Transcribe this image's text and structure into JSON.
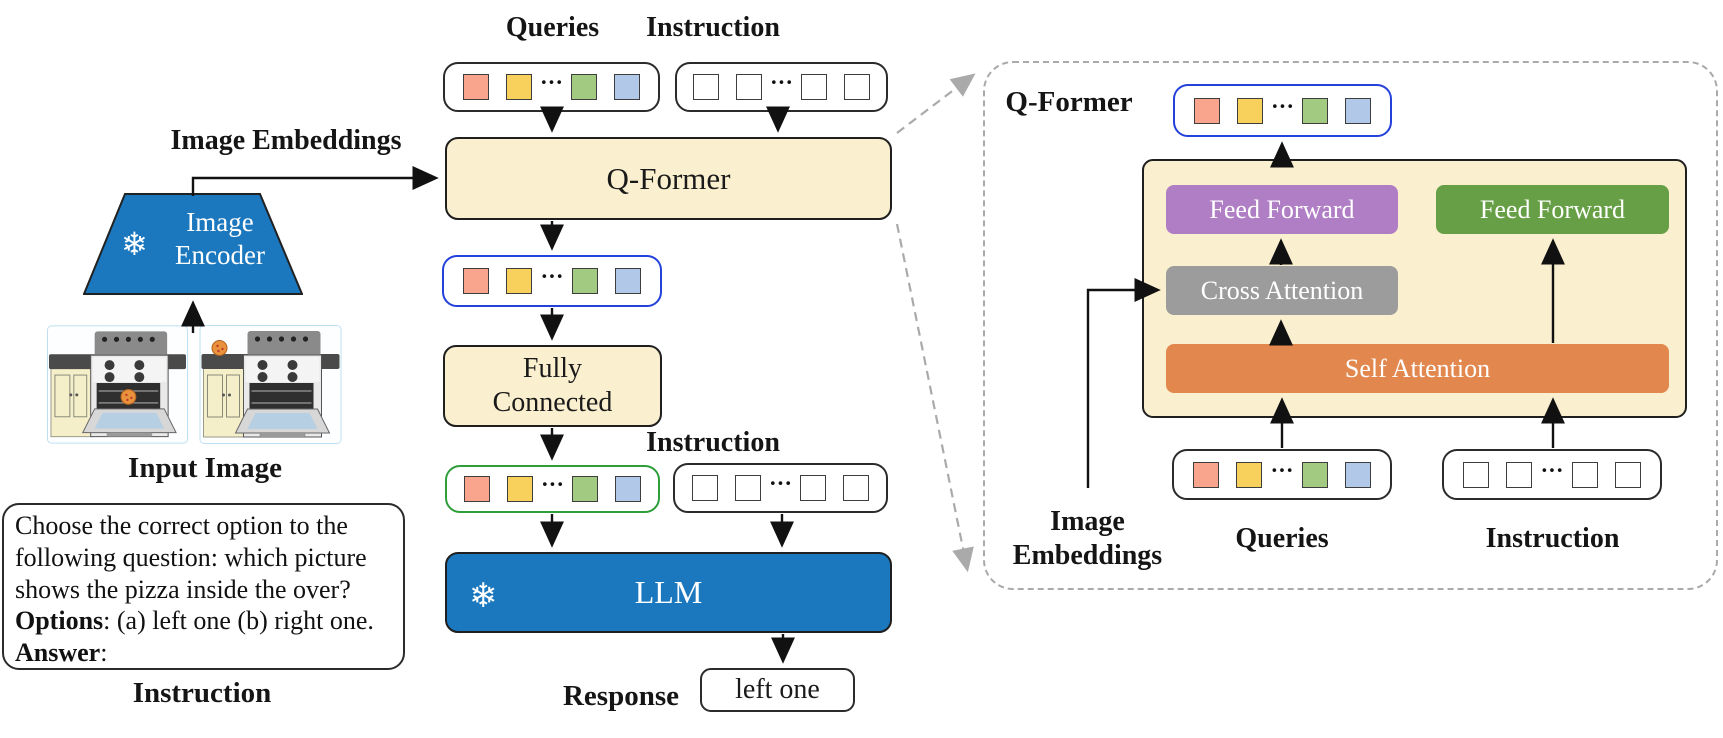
{
  "palette": {
    "cream": "#FAEFCE",
    "blue": "#1B78BE",
    "purple": "#AF7EC4",
    "green": "#669F45",
    "gray": "#9C9C9C",
    "orange": "#E2884F",
    "blue_border": "#2441DB",
    "green_border": "#2E9E3A",
    "panel_dash": "#AAAAAA",
    "token_salmon": "#F9A48C",
    "token_yellow": "#F7D15C",
    "token_green": "#A3CA81",
    "token_blue": "#B1C8E8"
  },
  "tokens": {
    "dots": "···",
    "query_row": [
      "#F9A48C",
      "#F7D15C",
      "dots",
      "#A3CA81",
      "#B1C8E8"
    ],
    "instruction_row": [
      "#FFFFFF",
      "#FFFFFF",
      "dots",
      "#FFFFFF",
      "#FFFFFF"
    ]
  },
  "left": {
    "image_embeddings_label": "Image Embeddings",
    "snowflake": "❄",
    "encoder_line1": "Image",
    "encoder_line2": "Encoder",
    "input_image_label": "Input Image",
    "prompt_line1": "Choose the correct option to the",
    "prompt_line2": "following question: which picture",
    "prompt_line3": "shows the pizza inside the over?",
    "options_word": "Options",
    "options_rest": ": (a) left one (b) right one.",
    "answer_word": "Answer",
    "answer_rest": ":",
    "instruction_caption": "Instruction"
  },
  "center": {
    "queries_label": "Queries",
    "instruction_label_top": "Instruction",
    "qformer_label": "Q-Former",
    "fully_connected_line1": "Fully",
    "fully_connected_line2": "Connected",
    "instruction_label_mid": "Instruction",
    "llm_label": "LLM",
    "llm_snowflake": "❄",
    "response_label": "Response",
    "response_value": "left one"
  },
  "right": {
    "panel_title": "Q-Former",
    "feed_forward_left": "Feed Forward",
    "feed_forward_right": "Feed Forward",
    "cross_attention": "Cross Attention",
    "self_attention": "Self Attention",
    "image_embeddings_line1": "Image",
    "image_embeddings_line2": "Embeddings",
    "queries_label": "Queries",
    "instruction_label": "Instruction"
  }
}
